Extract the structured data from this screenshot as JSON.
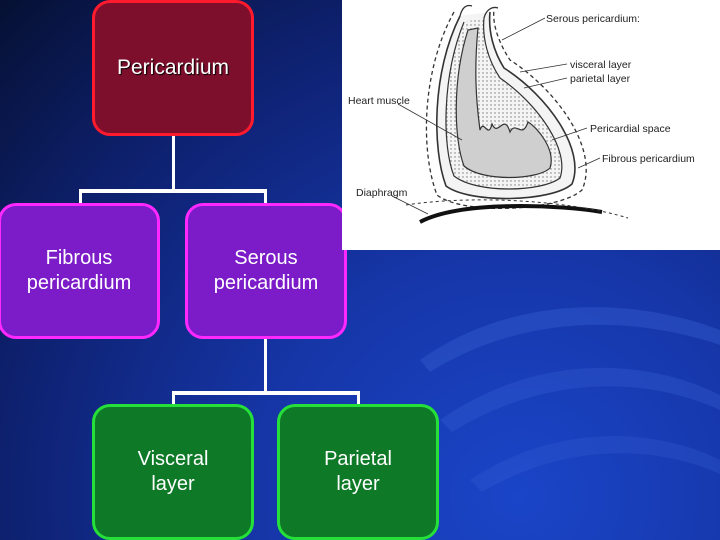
{
  "diagram": {
    "root": "Pericardium",
    "level1": [
      {
        "label": "Fibrous\npericardium"
      },
      {
        "label": "Serous\npericardium"
      }
    ],
    "level2": [
      {
        "label": "Visceral\nlayer"
      },
      {
        "label": "Parietal\nlayer"
      }
    ]
  },
  "illustration": {
    "labels": {
      "serous": "Serous pericardium:",
      "visceral": "visceral layer",
      "parietal": "parietal layer",
      "heart_muscle": "Heart muscle",
      "pericardial_space": "Pericardial space",
      "fibrous": "Fibrous pericardium",
      "diaphragm": "Diaphragm"
    }
  },
  "colors": {
    "root_fill": "#7d0f2c",
    "root_border": "#ff1a2e",
    "mid_fill": "#7c1bc8",
    "mid_border": "#ff28ff",
    "leaf_fill": "#0e7a28",
    "leaf_border": "#26e03a",
    "background": "#1636a8"
  }
}
